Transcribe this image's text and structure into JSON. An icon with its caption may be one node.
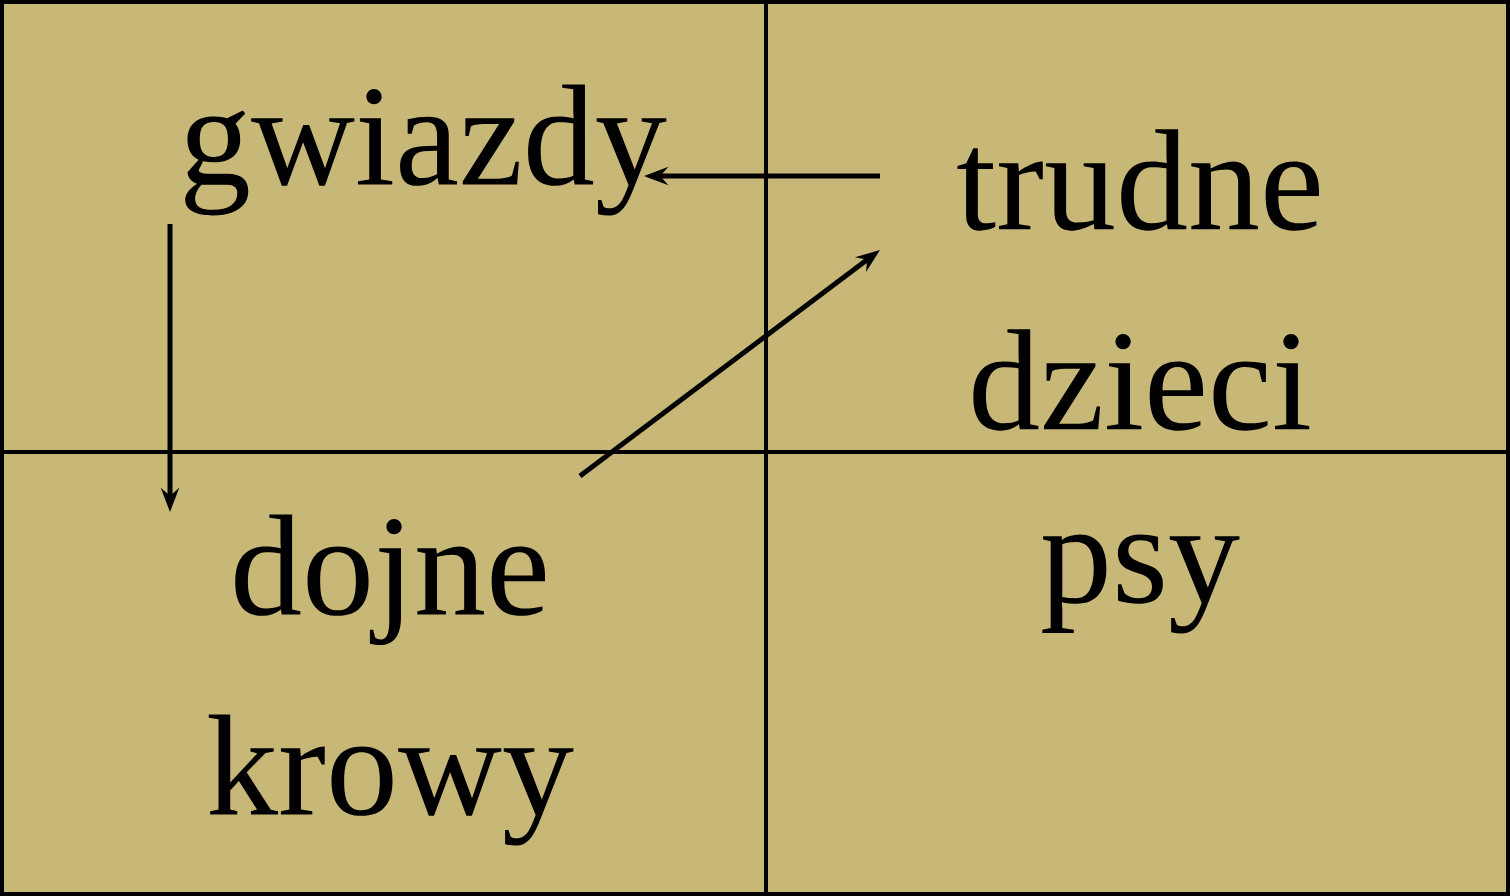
{
  "diagram": {
    "nodes": [
      {
        "text": [
          "gwiazdy"
        ]
      },
      {
        "text": [
          "trudne dzieci"
        ]
      },
      {
        "text": [
          "dojne krowy"
        ]
      },
      {
        "text": [
          "psy"
        ]
      }
    ],
    "edges": [
      {
        "from": 1,
        "to": 0,
        "arrow": "to"
      },
      {
        "from": 0,
        "to": 2,
        "arrow": "to"
      },
      {
        "from": 2,
        "to": 1,
        "arrow": "to"
      }
    ]
  }
}
